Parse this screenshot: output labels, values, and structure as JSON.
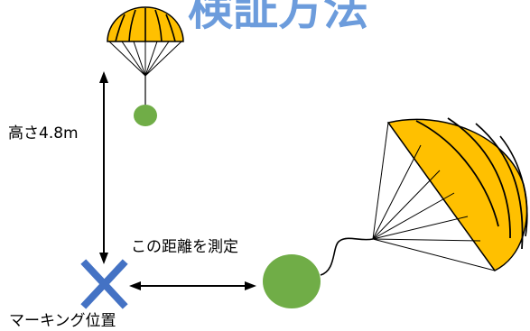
{
  "title": "検証方法",
  "labels": {
    "height": "高さ4.8m",
    "measure": "この距離を測定",
    "marking": "マーキング位置"
  },
  "colors": {
    "title": "#6c9cdc",
    "canopy": "#ffc000",
    "payload": "#70ad47",
    "marker": "#4472c4",
    "line": "#000000"
  }
}
